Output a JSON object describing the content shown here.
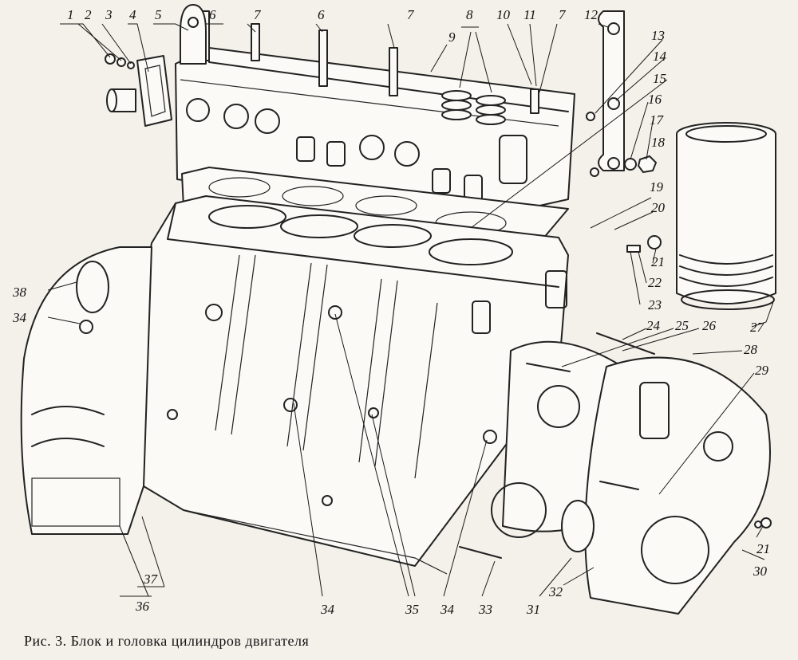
{
  "caption": "Рис. 3. Блок и головка цилиндров двигателя",
  "callouts": [
    {
      "id": "c1",
      "text": "1"
    },
    {
      "id": "c2",
      "text": "2"
    },
    {
      "id": "c3",
      "text": "3"
    },
    {
      "id": "c4",
      "text": "4"
    },
    {
      "id": "c5",
      "text": "5"
    },
    {
      "id": "c6a",
      "text": "6"
    },
    {
      "id": "c7a",
      "text": "7"
    },
    {
      "id": "c6b",
      "text": "6"
    },
    {
      "id": "c7b",
      "text": "7"
    },
    {
      "id": "c8",
      "text": "8"
    },
    {
      "id": "c9",
      "text": "9"
    },
    {
      "id": "c10",
      "text": "10"
    },
    {
      "id": "c11",
      "text": "11"
    },
    {
      "id": "c7c",
      "text": "7"
    },
    {
      "id": "c12",
      "text": "12"
    },
    {
      "id": "c13",
      "text": "13"
    },
    {
      "id": "c14",
      "text": "14"
    },
    {
      "id": "c15",
      "text": "15"
    },
    {
      "id": "c16",
      "text": "16"
    },
    {
      "id": "c17",
      "text": "17"
    },
    {
      "id": "c18",
      "text": "18"
    },
    {
      "id": "c19",
      "text": "19"
    },
    {
      "id": "c20",
      "text": "20"
    },
    {
      "id": "c21a",
      "text": "21"
    },
    {
      "id": "c22",
      "text": "22"
    },
    {
      "id": "c23",
      "text": "23"
    },
    {
      "id": "c27",
      "text": "27"
    },
    {
      "id": "c24",
      "text": "24"
    },
    {
      "id": "c25",
      "text": "25"
    },
    {
      "id": "c26",
      "text": "26"
    },
    {
      "id": "c28",
      "text": "28"
    },
    {
      "id": "c29",
      "text": "29"
    },
    {
      "id": "c38",
      "text": "38"
    },
    {
      "id": "c34a",
      "text": "34"
    },
    {
      "id": "c21b",
      "text": "21"
    },
    {
      "id": "c30",
      "text": "30"
    },
    {
      "id": "c37",
      "text": "37"
    },
    {
      "id": "c36",
      "text": "36"
    },
    {
      "id": "c34b",
      "text": "34"
    },
    {
      "id": "c35",
      "text": "35"
    },
    {
      "id": "c34c",
      "text": "34"
    },
    {
      "id": "c33",
      "text": "33"
    },
    {
      "id": "c31",
      "text": "31"
    },
    {
      "id": "c32",
      "text": "32"
    }
  ]
}
